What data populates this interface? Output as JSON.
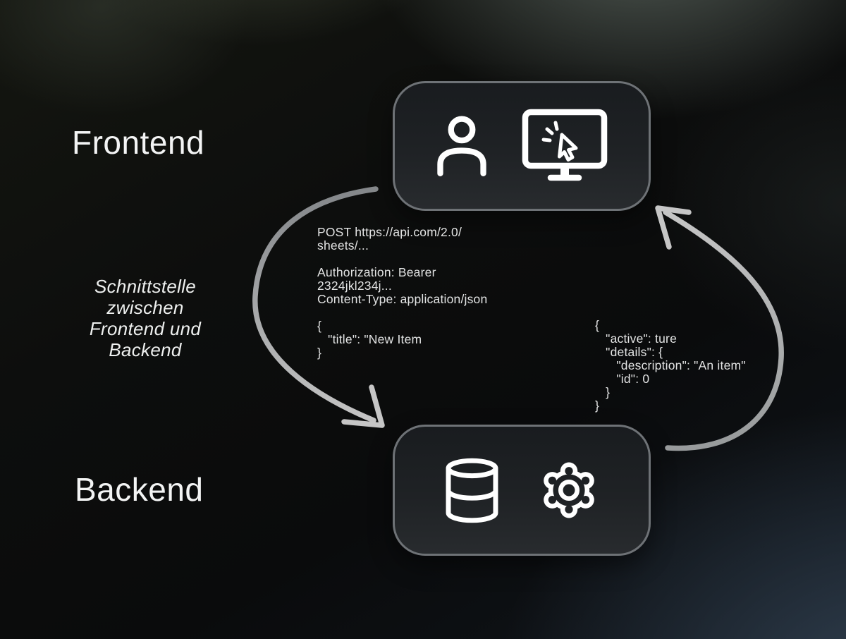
{
  "labels": {
    "frontend": "Frontend",
    "backend": "Backend",
    "interface_note": "Schnittstelle\nzwischen\nFrontend und\nBackend"
  },
  "request": {
    "code": "POST https://api.com/2.0/\nsheets/...\n\nAuthorization: Bearer\n2324jkl234j...\nContent-Type: application/json\n\n{\n   \"title\": \"New Item\n}"
  },
  "response": {
    "code": "{\n   \"active\": ture\n   \"details\": {\n      \"description\": \"An item\"\n      \"id\": 0\n   }\n}"
  },
  "nodes": {
    "frontend": {
      "icons": [
        "user-icon",
        "monitor-click-icon"
      ]
    },
    "backend": {
      "icons": [
        "database-icon",
        "gear-icon"
      ]
    }
  },
  "colors": {
    "arrow_light": "#c6c6c6",
    "arrow_dark": "#888b8d",
    "box_border": "#6e7276",
    "box_background_top": "#191c1f",
    "box_background_bottom": "#282b2e",
    "label_text": "#f3f4f4",
    "code_text": "#e3e4e4",
    "icon": "#ffffff"
  }
}
